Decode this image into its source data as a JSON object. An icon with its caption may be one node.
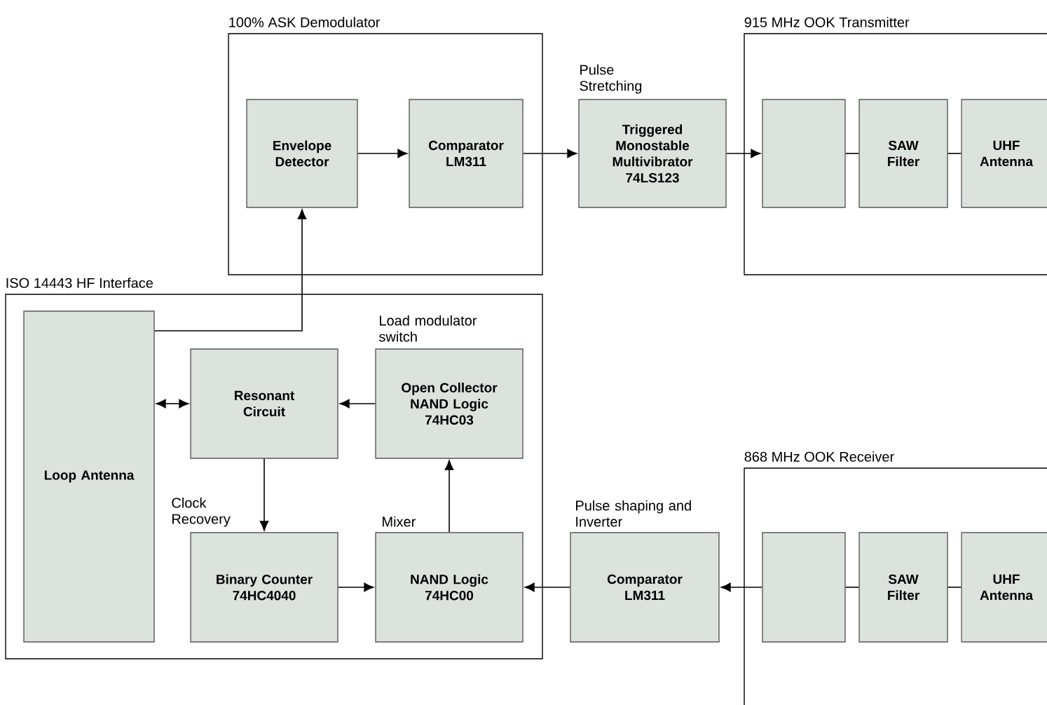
{
  "diagram": {
    "nodes": [
      {
        "text": [
          "100% ASK Demodulator"
        ]
      },
      {
        "text": [
          "Envelope Detector"
        ],
        "in": 0
      },
      {
        "text": [
          "Comparator LM311"
        ],
        "in": 0
      },
      {
        "text": [
          "Triggered Monostable Multivibrator 74LS123"
        ],
        "beside": [
          "Pulse Stretching"
        ]
      },
      {
        "text": [
          "915 MHz OOK Transmitter"
        ]
      },
      {
        "text": [],
        "shape": "box",
        "in": 4
      },
      {
        "text": [
          "SAW Filter"
        ],
        "in": 4
      },
      {
        "text": [
          "UHF Antenna"
        ],
        "in": 4
      },
      {
        "text": [
          "ISO 14443 HF Interface"
        ]
      },
      {
        "text": [
          "Loop Antenna"
        ],
        "in": 8
      },
      {
        "text": [
          "Resonant Circuit"
        ],
        "in": 8
      },
      {
        "text": [
          "Open Collector NAND Logic 74HC03"
        ],
        "in": 8,
        "beside": [
          "Load modulator switch"
        ]
      },
      {
        "text": [
          "Binary Counter 74HC4040"
        ],
        "in": 8,
        "beside": [
          "Clock Recovery"
        ]
      },
      {
        "text": [
          "NAND Logic 74HC00"
        ],
        "in": 8,
        "beside": [
          "Mixer"
        ]
      },
      {
        "text": [
          "Comparator LM311"
        ],
        "beside": [
          "Pulse shaping and Inverter"
        ]
      },
      {
        "text": [
          "868 MHz OOK Receiver"
        ]
      },
      {
        "text": [],
        "shape": "box",
        "in": 15
      },
      {
        "text": [
          "SAW Filter"
        ],
        "in": 15
      },
      {
        "text": [
          "UHF Antenna"
        ],
        "in": 15
      }
    ],
    "edges": [
      {
        "from": 1,
        "to": 2,
        "arrow": "to"
      },
      {
        "from": 2,
        "to": 3,
        "arrow": "to"
      },
      {
        "from": 3,
        "to": 5,
        "arrow": "to"
      },
      {
        "from": 5,
        "to": 6,
        "arrow": "none"
      },
      {
        "from": 6,
        "to": 7,
        "arrow": "none"
      },
      {
        "from": 9,
        "to": 1,
        "arrow": "to"
      },
      {
        "from": 9,
        "to": 10,
        "arrow": "both"
      },
      {
        "from": 11,
        "to": 10,
        "arrow": "to"
      },
      {
        "from": 10,
        "to": 12,
        "arrow": "to"
      },
      {
        "from": 12,
        "to": 13,
        "arrow": "to"
      },
      {
        "from": 13,
        "to": 11,
        "arrow": "to"
      },
      {
        "from": 14,
        "to": 13,
        "arrow": "to"
      },
      {
        "from": 16,
        "to": 14,
        "arrow": "to"
      },
      {
        "from": 16,
        "to": 17,
        "arrow": "none"
      },
      {
        "from": 17,
        "to": 18,
        "arrow": "none"
      }
    ]
  }
}
